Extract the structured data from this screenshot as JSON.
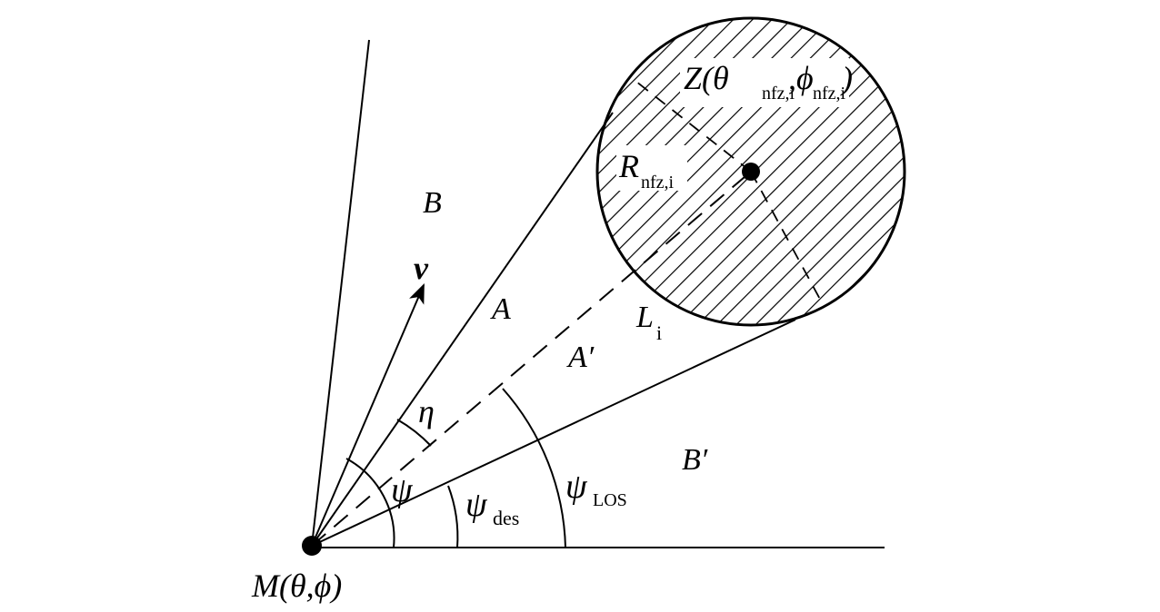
{
  "labels": {
    "region_b": "B",
    "region_a": "A",
    "region_a_prime": "A′",
    "region_b_prime": "B′",
    "velocity": "v",
    "eta": "η",
    "psi": "ψ",
    "psi_des": "ψ",
    "psi_des_sub": "des",
    "psi_los": "ψ",
    "psi_los_sub": "LOS",
    "l": "L",
    "l_sub": "i",
    "r": "R",
    "r_sub": "nfz,i",
    "z_main": "Z(θ",
    "z_sub1": "nfz,i",
    "z_mid": ",ϕ",
    "z_sub2": "nfz,i",
    "z_end": ")",
    "m_point": "M(θ,ϕ)"
  }
}
